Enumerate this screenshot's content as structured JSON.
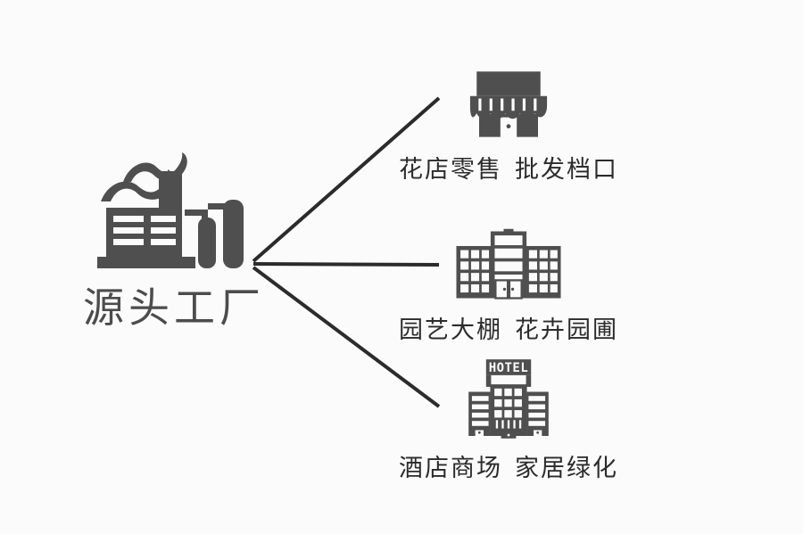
{
  "diagram": {
    "type": "fan-out-supply-chain",
    "title": "源头工厂",
    "background_color": "#fbfbfb",
    "icon_color": "#4f4f4f",
    "line_color": "#2b2b2b",
    "text_color": "#2b2b2b",
    "source": {
      "label": "源头工厂",
      "icon_name": "factory-icon",
      "icon_parts": [
        "smoke-wave-upper",
        "smoke-wave-lower",
        "chimney",
        "factory-hall",
        "storage-tank-small",
        "storage-tank-large"
      ]
    },
    "targets": [
      {
        "id": "retail",
        "icon_name": "storefront-icon",
        "label_primary": "花店零售",
        "label_secondary": "批发档口",
        "label_full": "花店零售 批发档口"
      },
      {
        "id": "garden",
        "icon_name": "office-building-icon",
        "label_primary": "园艺大棚",
        "label_secondary": "花卉园圃",
        "label_full": "园艺大棚 花卉园圃"
      },
      {
        "id": "hotel",
        "icon_name": "hotel-building-icon",
        "label_primary": "酒店商场",
        "label_secondary": "家居绿化",
        "label_full": "酒店商场 家居绿化",
        "sign_text": "HOTEL"
      }
    ],
    "connectors": [
      {
        "id": "connector-to-retail",
        "from": "源头工厂",
        "to": "花店零售 批发档口"
      },
      {
        "id": "connector-to-garden",
        "from": "源头工厂",
        "to": "园艺大棚 花卉园圃"
      },
      {
        "id": "connector-to-hotel",
        "from": "源头工厂",
        "to": "酒店商场 家居绿化"
      }
    ]
  }
}
